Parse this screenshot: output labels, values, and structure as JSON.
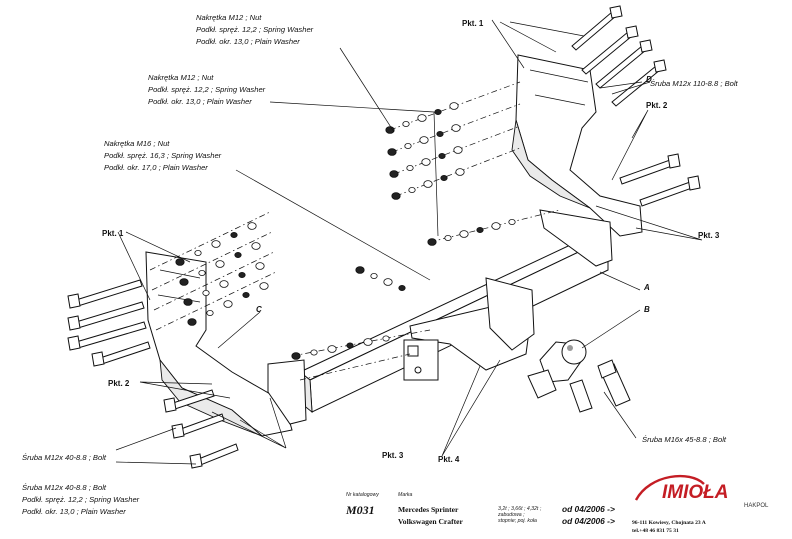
{
  "labels": {
    "top_group": {
      "nut": "Nakrętka  M12 ; Nut",
      "spring": "Podkł. spręż. 12,2 ; Spring Washer",
      "plain": "Podkł. okr. 13,0 ; Plain Washer"
    },
    "mid_group": {
      "nut": "Nakrętka  M12 ; Nut",
      "spring": "Podkł. spręż. 12,2 ; Spring Washer",
      "plain": "Podkł. okr. 13,0 ; Plain Washer"
    },
    "m16_group": {
      "nut": "Nakrętka  M16 ; Nut",
      "spring": "Podkł. spręż. 16,3 ; Spring Washer",
      "plain": "Podkł. okr. 17,0 ; Plain Washer"
    },
    "bottom_group": {
      "bolt": "Śruba M12x 40-8.8 ; Bolt",
      "spring": "Podkł. spręż. 12,2 ; Spring Washer",
      "plain": "Podkł. okr. 13,0 ; Plain Washer"
    },
    "bolt_110": "Śruba M12x 110-8.8 ;  Bolt",
    "bolt_m12_40": "Śruba M12x 40-8.8 ;  Bolt",
    "bolt_m16_45": "Śruba M16x 45-8.8 ;  Bolt"
  },
  "points": {
    "pkt1_top": "Pkt. 1",
    "pkt1_left": "Pkt. 1",
    "pkt2_right": "Pkt. 2",
    "pkt2_left": "Pkt. 2",
    "pkt3_right": "Pkt. 3",
    "pkt3_bottom": "Pkt. 3",
    "pkt4": "Pkt. 4"
  },
  "parts": {
    "a": "A",
    "b": "B",
    "c": "C",
    "d": "D"
  },
  "title_block": {
    "catalog_label": "Nr katalogowy",
    "catalog_number": "M031",
    "brand_label": "Marka",
    "car1": "Mercedes Sprinter",
    "car2": "Volkswagen Crafter",
    "dmc_line1": "3,2t ; 3,66t ; 4,32t ;",
    "dmc_line2": "zabudowa ;",
    "dmc_line3": "stopnie; poj. koła",
    "date1": "od 04/2006 ->",
    "date2": "od 04/2006 ->",
    "company_logo": "IMIOŁA",
    "company_sub": "HAKPOL",
    "address": "96-111 Kowiesy, Chojnata 23 A",
    "phone": "tel.+48 46 831 75 31"
  },
  "colors": {
    "logo_red": "#c41d24",
    "line": "#111111"
  }
}
